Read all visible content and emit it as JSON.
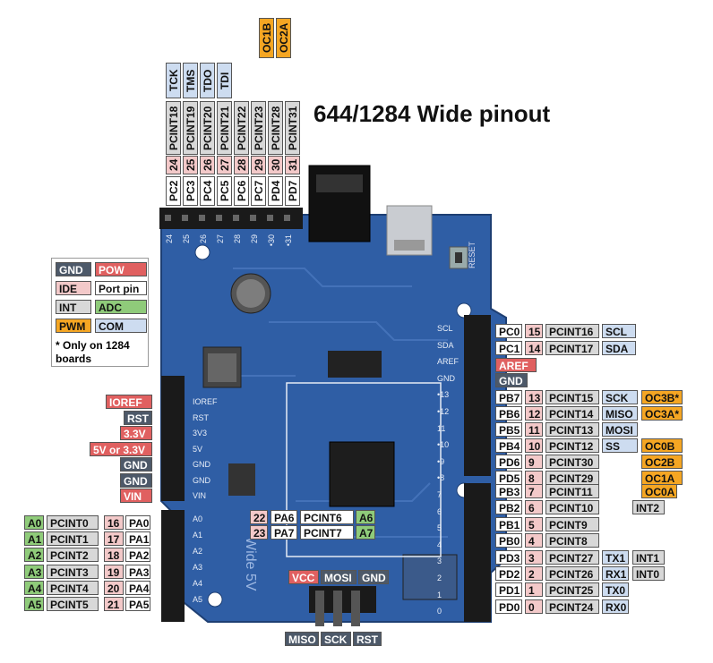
{
  "title": "644/1284 Wide pinout",
  "legend": {
    "items": [
      {
        "label": "GND",
        "cls": "c-gnd"
      },
      {
        "label": "POW",
        "cls": "c-pow"
      },
      {
        "label": "IDE",
        "cls": "c-ide"
      },
      {
        "label": "Port pin",
        "cls": "c-port"
      },
      {
        "label": "INT",
        "cls": "c-int"
      },
      {
        "label": "ADC",
        "cls": "c-adc"
      },
      {
        "label": "PWM",
        "cls": "c-pwm"
      },
      {
        "label": "COM",
        "cls": "c-com"
      }
    ],
    "note": "* Only on 1284 boards"
  },
  "top_header": {
    "ports": [
      "PC2",
      "PC3",
      "PC4",
      "PC5",
      "PC6",
      "PC7",
      "PD4",
      "PD7"
    ],
    "ide": [
      "24",
      "25",
      "26",
      "27",
      "28",
      "29",
      "30",
      "31"
    ],
    "pcint": [
      "PCINT18",
      "PCINT19",
      "PCINT20",
      "PCINT21",
      "PCINT22",
      "PCINT23",
      "PCINT28",
      "PCINT31"
    ],
    "com": [
      "TCK",
      "TMS",
      "TDO",
      "TDI"
    ],
    "pwm": [
      "OC1B",
      "OC2A"
    ]
  },
  "right_upper": [
    {
      "port": "PC0",
      "ide": "15",
      "pcint": "PCINT16",
      "com": "SCL"
    },
    {
      "port": "PC1",
      "ide": "14",
      "pcint": "PCINT17",
      "com": "SDA"
    }
  ],
  "aref": "AREF",
  "gnd_right": "GND",
  "right_mid": [
    {
      "port": "PB7",
      "ide": "13",
      "pcint": "PCINT15",
      "com": "SCK",
      "pwm": "OC3B*"
    },
    {
      "port": "PB6",
      "ide": "12",
      "pcint": "PCINT14",
      "com": "MISO",
      "pwm": "OC3A*"
    },
    {
      "port": "PB5",
      "ide": "11",
      "pcint": "PCINT13",
      "com": "MOSI",
      "pwm": ""
    },
    {
      "port": "PB4",
      "ide": "10",
      "pcint": "PCINT12",
      "com": "SS",
      "pwm": "OC0B"
    },
    {
      "port": "PD6",
      "ide": "9",
      "pcint": "PCINT30",
      "com": "",
      "pwm": "OC2B"
    },
    {
      "port": "PD5",
      "ide": "8",
      "pcint": "PCINT29",
      "com": "",
      "pwm": "OC1A"
    }
  ],
  "right_lower": [
    {
      "port": "PB3",
      "ide": "7",
      "pcint": "PCINT11",
      "com": "",
      "int": "",
      "pwm": "OC0A"
    },
    {
      "port": "PB2",
      "ide": "6",
      "pcint": "PCINT10",
      "com": "",
      "int": "INT2",
      "pwm": ""
    },
    {
      "port": "PB1",
      "ide": "5",
      "pcint": "PCINT9",
      "com": "",
      "int": "",
      "pwm": ""
    },
    {
      "port": "PB0",
      "ide": "4",
      "pcint": "PCINT8",
      "com": "",
      "int": "",
      "pwm": ""
    },
    {
      "port": "PD3",
      "ide": "3",
      "pcint": "PCINT27",
      "com": "TX1",
      "int": "INT1",
      "pwm": ""
    },
    {
      "port": "PD2",
      "ide": "2",
      "pcint": "PCINT26",
      "com": "RX1",
      "int": "INT0",
      "pwm": ""
    },
    {
      "port": "PD1",
      "ide": "1",
      "pcint": "PCINT25",
      "com": "TX0",
      "int": "",
      "pwm": ""
    },
    {
      "port": "PD0",
      "ide": "0",
      "pcint": "PCINT24",
      "com": "RX0",
      "int": "",
      "pwm": ""
    }
  ],
  "power_left": [
    {
      "label": "IOREF",
      "cls": "c-pow"
    },
    {
      "label": "RST",
      "cls": "c-gnd"
    },
    {
      "label": "3.3V",
      "cls": "c-pow"
    },
    {
      "label": "5V or 3.3V",
      "cls": "c-pow"
    },
    {
      "label": "GND",
      "cls": "c-gnd"
    },
    {
      "label": "GND",
      "cls": "c-gnd"
    },
    {
      "label": "VIN",
      "cls": "c-pow"
    }
  ],
  "analog_left": [
    {
      "adc": "A0",
      "pcint": "PCINT0",
      "ide": "16",
      "port": "PA0"
    },
    {
      "adc": "A1",
      "pcint": "PCINT1",
      "ide": "17",
      "port": "PA1"
    },
    {
      "adc": "A2",
      "pcint": "PCINT2",
      "ide": "18",
      "port": "PA2"
    },
    {
      "adc": "A3",
      "pcint": "PCINT3",
      "ide": "19",
      "port": "PA3"
    },
    {
      "adc": "A4",
      "pcint": "PCINT4",
      "ide": "20",
      "port": "PA4"
    },
    {
      "adc": "A5",
      "pcint": "PCINT5",
      "ide": "21",
      "port": "PA5"
    }
  ],
  "analog_extra": [
    {
      "ide": "22",
      "port": "PA6",
      "pcint": "PCINT6",
      "adc": "A6"
    },
    {
      "ide": "23",
      "port": "PA7",
      "pcint": "PCINT7",
      "adc": "A7"
    }
  ],
  "icsp": {
    "top": [
      {
        "label": "VCC",
        "cls": "c-pow"
      },
      {
        "label": "MOSI",
        "cls": "c-gnd"
      },
      {
        "label": "GND",
        "cls": "c-gnd"
      }
    ],
    "bottom": [
      {
        "label": "MISO",
        "cls": "c-gnd"
      },
      {
        "label": "SCK",
        "cls": "c-gnd"
      },
      {
        "label": "RST",
        "cls": "c-gnd"
      }
    ]
  },
  "silk": {
    "reset": "RESET",
    "board_text": "Wide 5V",
    "left_pins": [
      "IOREF",
      "RST",
      "3V3",
      "5V",
      "GND",
      "GND",
      "VIN"
    ],
    "analog_pins": [
      "A0",
      "A1",
      "A2",
      "A3",
      "A4",
      "A5"
    ],
    "top_pins": [
      "24",
      "25",
      "26",
      "27",
      "28",
      "29",
      "•30",
      "•31"
    ],
    "right_pins": [
      "SCL",
      "SDA",
      "AREF",
      "GND",
      "•13",
      "•12",
      "11",
      "•10",
      "•9",
      "•8",
      "7",
      "6",
      "5",
      "4",
      "3",
      "2",
      "1",
      "0"
    ]
  }
}
